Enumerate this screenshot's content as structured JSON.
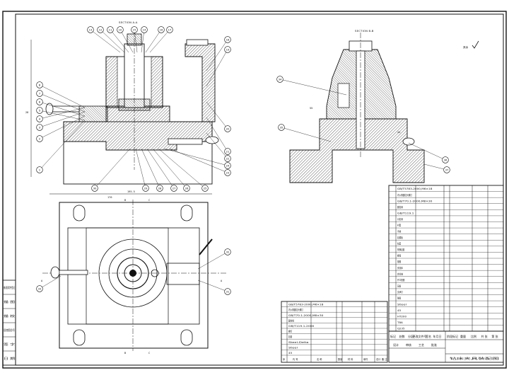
{
  "drawing": {
    "section_a_title": "SECTION A-A",
    "section_b_title": "SECTION B-B",
    "surface_finish": "其余",
    "dim_height_left": "28",
    "dim_width_plan": "195.5",
    "dim_width_inner": "176",
    "plan_marks": {
      "a_left": "A",
      "a_right": "A",
      "b_top": "B",
      "b_bottom": "B",
      "c_top": "C",
      "c_bottom": "C"
    },
    "sec_b_dims": [
      "55",
      "44"
    ],
    "balloons_top_row": [
      "13",
      "12",
      "11",
      "10",
      "15",
      "14",
      "16",
      "17"
    ],
    "balloons_right_a": [
      "18",
      "19",
      "20",
      "21",
      "22"
    ],
    "balloons_left_a": [
      "8",
      "7",
      "6",
      "5",
      "4",
      "3",
      "2",
      "1"
    ],
    "balloons_bottom_a": [
      "30",
      "29",
      "28",
      "27",
      "26",
      "25",
      "24",
      "23"
    ],
    "balloons_plan_left": [
      "33"
    ],
    "balloons_plan_right": [
      "32",
      "31"
    ],
    "balloons_sec_b": [
      "34",
      "35",
      "36",
      "37"
    ]
  },
  "side_panel": [
    "借(通)用件登记",
    "描 图",
    "描 校",
    "旧底图总号",
    "签 字",
    "日 期"
  ],
  "bom_right": [
    "GB/T5783-2000,M6×18",
    "内六角圆柱头螺钉",
    "GB/T70.1-2000,M8×30",
    "圆柱销",
    "GB/T119.1",
    "对定销",
    "衬套",
    "手柄",
    "钻模板",
    "钻套",
    "快换钻套",
    "螺母",
    "垫圈",
    "夹具体",
    "定位轴",
    "开口垫圈",
    "压板",
    "支承钉",
    "弹簧",
    "Steel",
    "45",
    "HT200",
    "T8A",
    "Q235"
  ],
  "bom_left": [
    "GB/T5783-2000,M6×18",
    "内六角圆柱头螺钉",
    "GB/T70.1-2000,M8×30",
    "圆柱销",
    "GB/T119.1-2000",
    "螺钉",
    "钻套",
    "Steel-Delta",
    "Steel",
    "45"
  ],
  "bom_header_left": [
    "序",
    "代 号",
    "名 称",
    "数量",
    "材 料",
    "单件",
    "总计",
    "备 注"
  ],
  "title_block": [
    "标记",
    "处数",
    "分区",
    "更改文件号",
    "签名",
    "年月日",
    "设计",
    "审核",
    "工艺",
    "批准",
    "阶段标记",
    "重量",
    "比例",
    "共 张",
    "第 张",
    "钻床夹具装配图"
  ]
}
